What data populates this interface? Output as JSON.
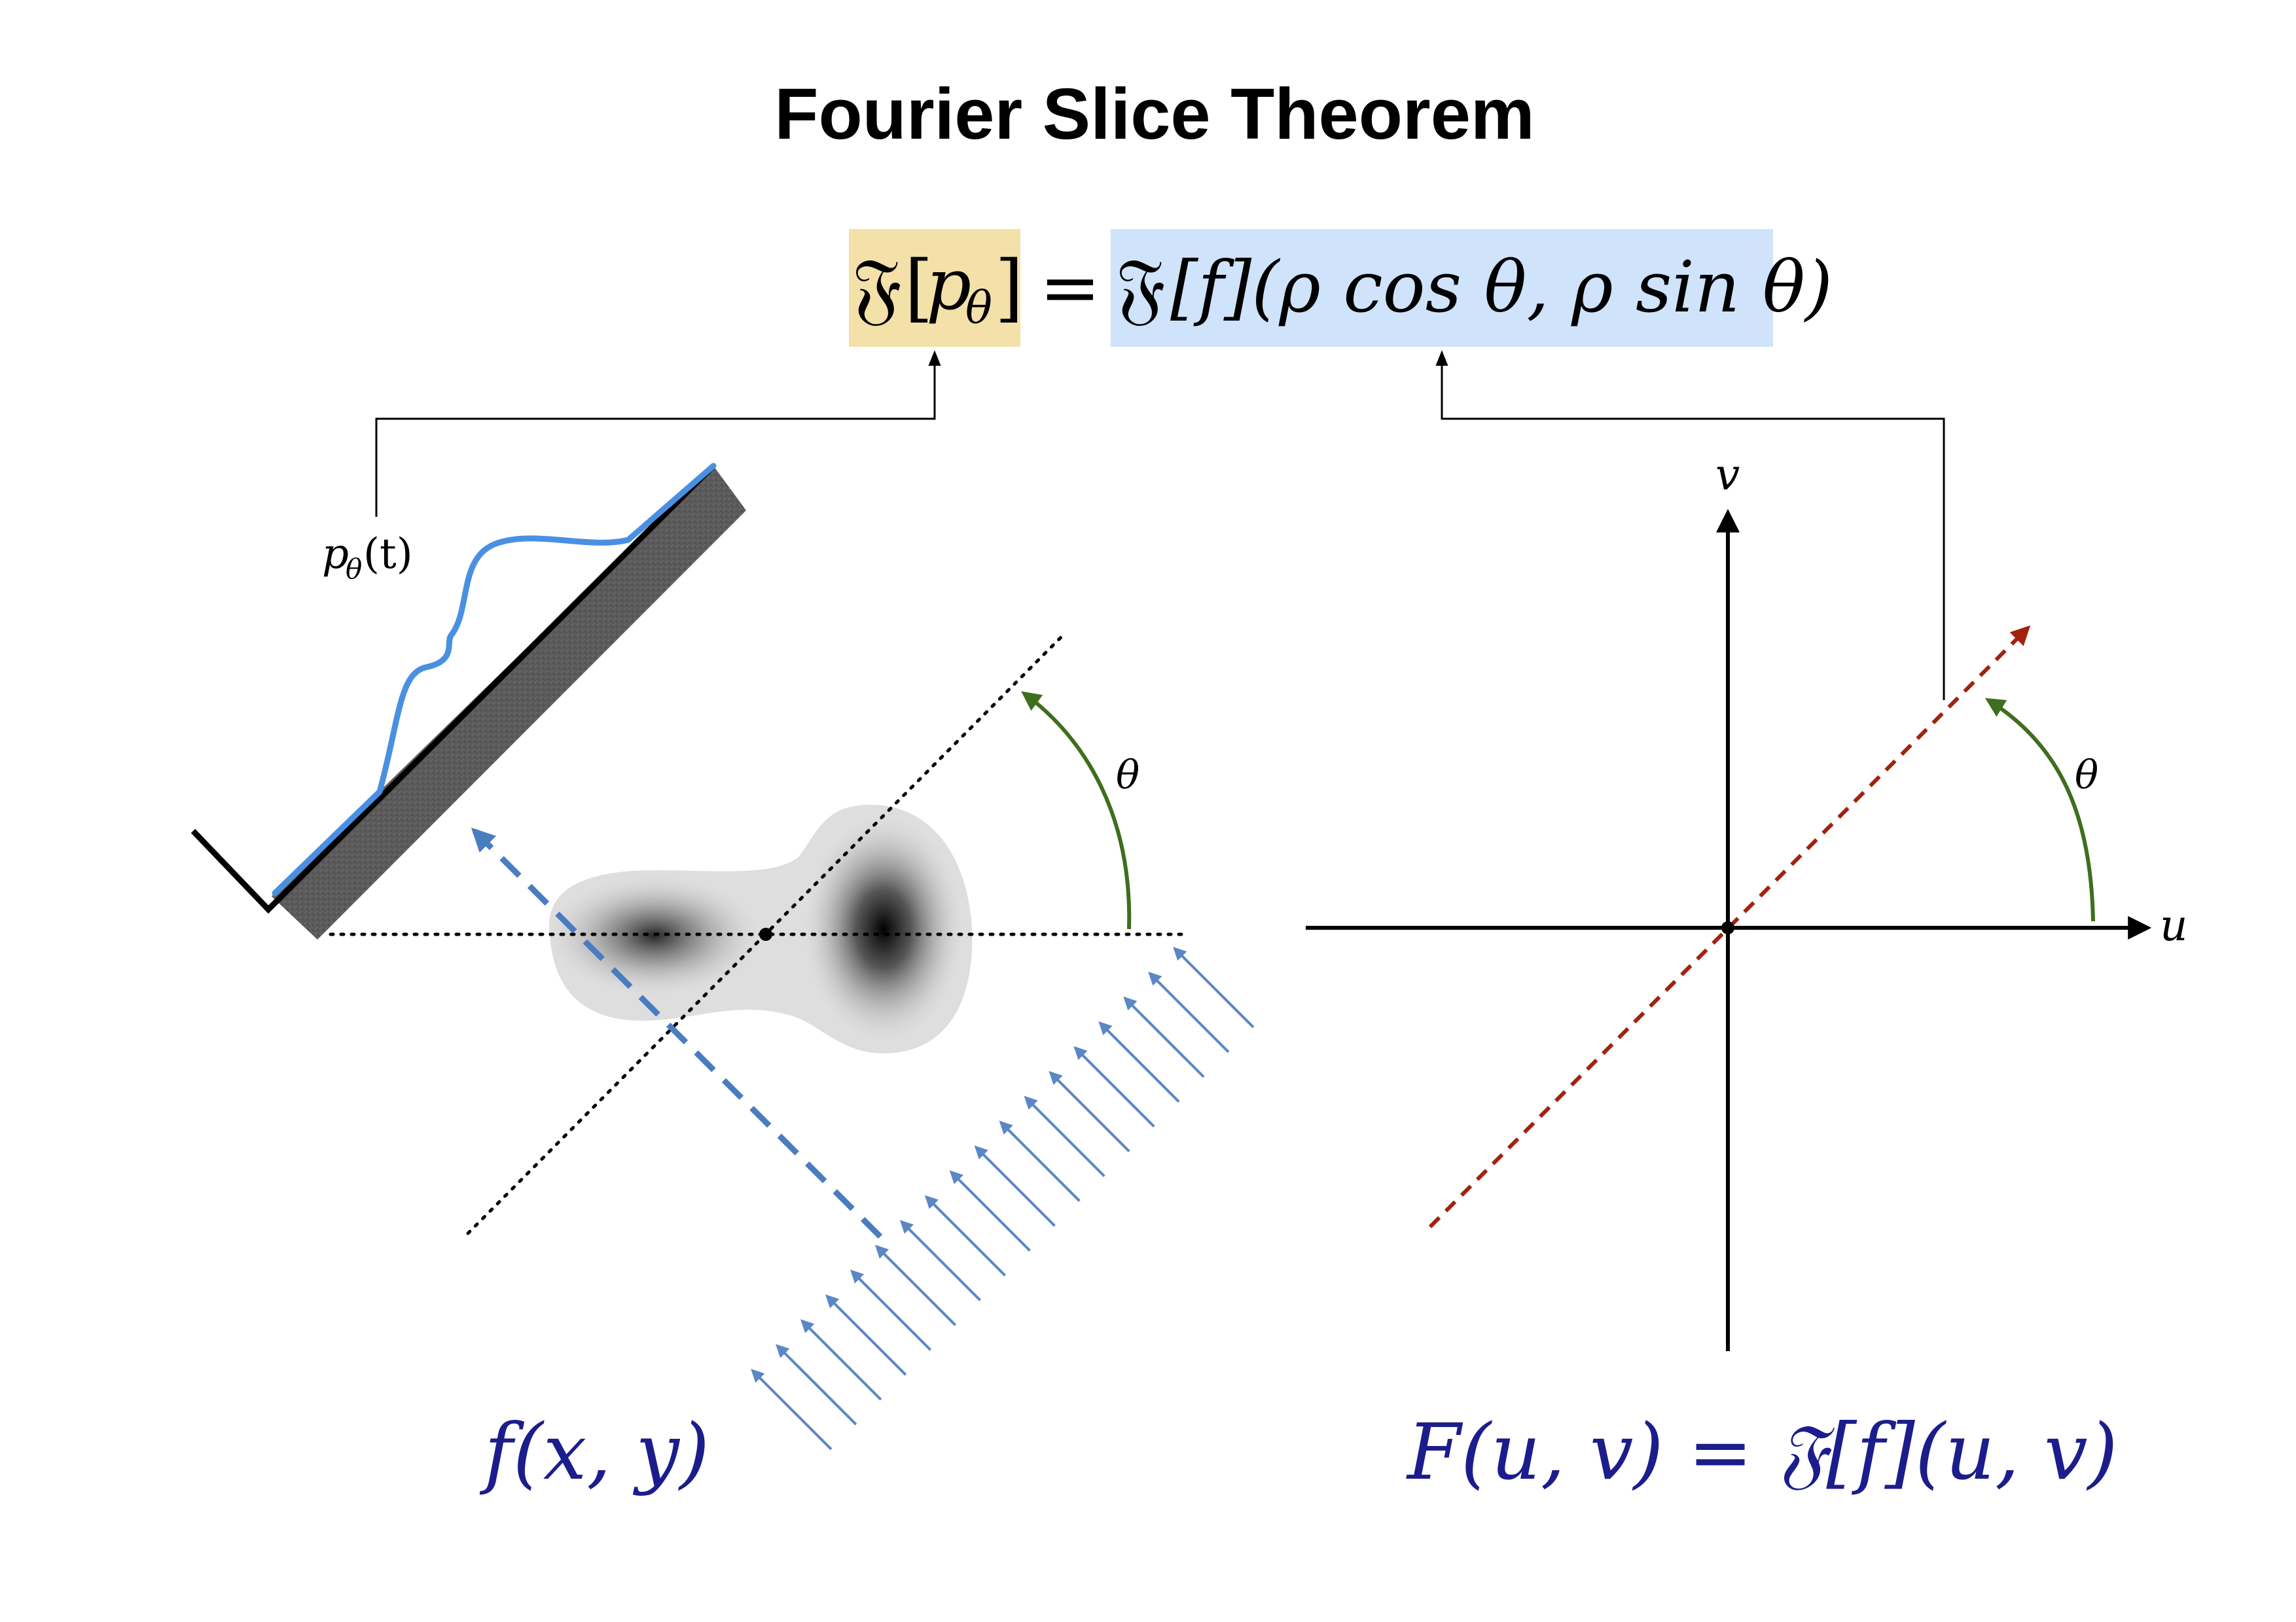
{
  "title": "Fourier Slice Theorem",
  "equation": {
    "lhs_op": "𝔉",
    "lhs_arg_open": "[",
    "lhs_arg_p": "p",
    "lhs_arg_sub": "θ",
    "lhs_arg_close": "]",
    "equals": "=",
    "rhs_op": "𝔉",
    "rhs_part1": "[f](ρ cos θ, ρ sin θ)",
    "lhs_highlight": "#f3e1a9",
    "rhs_highlight": "#cfe3fb"
  },
  "left_panel": {
    "projection_label_p": "p",
    "projection_label_sub": "θ",
    "projection_label_arg": "(t)",
    "angle_label": "θ",
    "function_label": "f(x, y)",
    "projection_curve_color": "#4a90e2",
    "ray_color": "#5b87c5",
    "angle_arc_color": "#3f6e1e"
  },
  "right_panel": {
    "axis_u_label": "u",
    "axis_v_label": "v",
    "angle_label": "θ",
    "transform_label": "F(u, v) = 𝔉[f](u, v)",
    "slice_line_color": "#a3220f",
    "angle_arc_color": "#3f6e1e"
  },
  "label_color": "#1c1d8c"
}
